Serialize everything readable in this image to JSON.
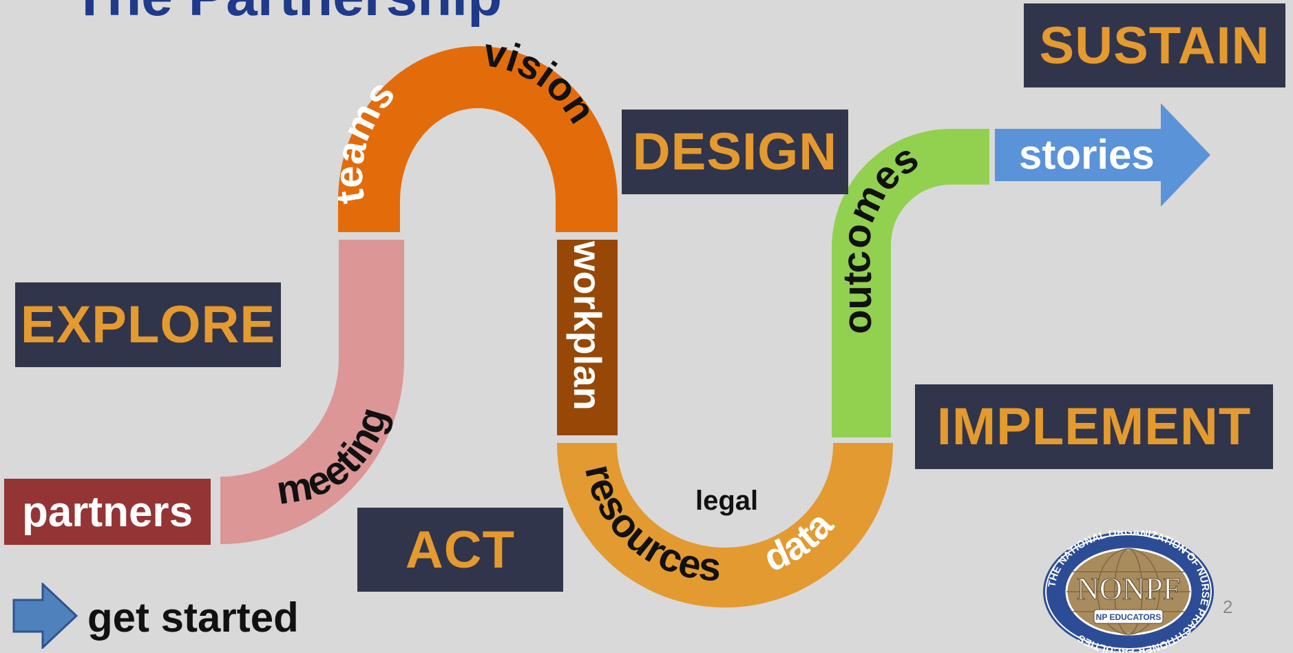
{
  "title": "The Partnership",
  "stages": {
    "explore": "EXPLORE",
    "act": "ACT",
    "design": "DESIGN",
    "implement": "IMPLEMENT",
    "sustain": "SUSTAIN"
  },
  "path_labels": {
    "partners": "partners",
    "meetings": "meetings",
    "teams": "teams",
    "vision": "vision",
    "workplan": "workplan",
    "resources": "resources",
    "legal": "legal",
    "data": "data",
    "outcomes": "outcomes",
    "stories": "stories"
  },
  "get_started": "get started",
  "page_number": "2",
  "logo": {
    "name": "NONPF",
    "ring_text": "THE NATIONAL ORGANIZATION OF NURSE PRACTITIONER FACULTIES",
    "ribbon": "NP EDUCATORS"
  },
  "colors": {
    "background": "#d9d9d9",
    "stage_box": "#31354b",
    "stage_text": "#e49a2e",
    "title": "#1f3a8a",
    "partners": "#953434",
    "meetings": "#dc9696",
    "teams_vision": "#e36c0a",
    "workplan": "#974806",
    "resources_data": "#e39a30",
    "outcomes": "#92d050",
    "stories": "#5b93d8"
  },
  "icons": [
    "arrow-right-icon",
    "nonpf-logo"
  ]
}
